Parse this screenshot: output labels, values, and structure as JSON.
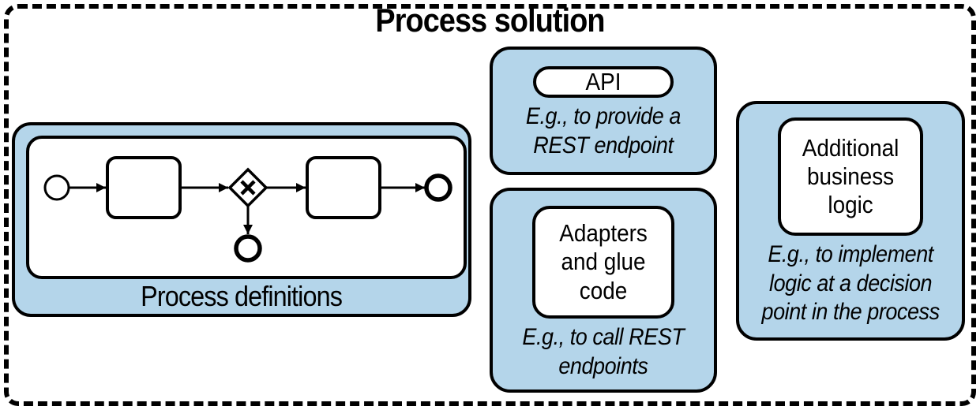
{
  "title": "Process solution",
  "colors": {
    "box_fill": "#b4d5ea",
    "border": "#000000",
    "background": "#ffffff"
  },
  "process_definitions": {
    "label": "Process definitions",
    "diagram": {
      "type": "bpmn-process",
      "elements": [
        "start-event",
        "task",
        "exclusive-gateway",
        "task",
        "end-event",
        "end-event-below-gateway"
      ]
    }
  },
  "api": {
    "label": "API",
    "caption": "E.g., to provide a\nREST endpoint"
  },
  "adapters": {
    "label": "Adapters\nand glue\ncode",
    "caption": "E.g., to call REST\nendpoints"
  },
  "additional_logic": {
    "label": "Additional\nbusiness\nlogic",
    "caption": "E.g., to implement\nlogic at a decision\npoint in the process"
  }
}
